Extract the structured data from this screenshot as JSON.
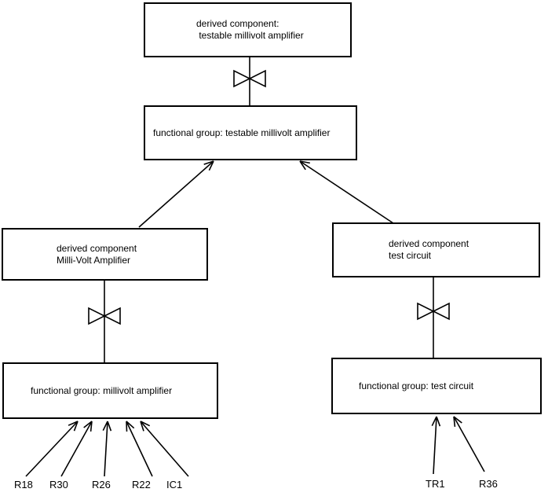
{
  "diagram": {
    "colors": {
      "line": "#000000",
      "background": "#ffffff",
      "text": "#000000"
    },
    "nodes": [
      {
        "id": "derived-testable-mva",
        "lines": [
          "derived component:",
          " testable millivolt amplifier"
        ]
      },
      {
        "id": "fg-testable-mva",
        "lines": [
          "functional group: testable millivolt amplifier"
        ]
      },
      {
        "id": "derived-mva",
        "lines": [
          "derived component",
          "Milli-Volt Amplifier"
        ]
      },
      {
        "id": "derived-test-circuit",
        "lines": [
          "derived component",
          "test circuit"
        ]
      },
      {
        "id": "fg-mva",
        "lines": [
          "functional group: millivolt amplifier"
        ]
      },
      {
        "id": "fg-test-circuit",
        "lines": [
          "functional group: test circuit"
        ]
      }
    ],
    "leaf_labels": [
      {
        "text": "R18"
      },
      {
        "text": "R30"
      },
      {
        "text": "R26"
      },
      {
        "text": "R22"
      },
      {
        "text": "IC1"
      },
      {
        "text": "TR1"
      },
      {
        "text": "R36"
      }
    ]
  }
}
